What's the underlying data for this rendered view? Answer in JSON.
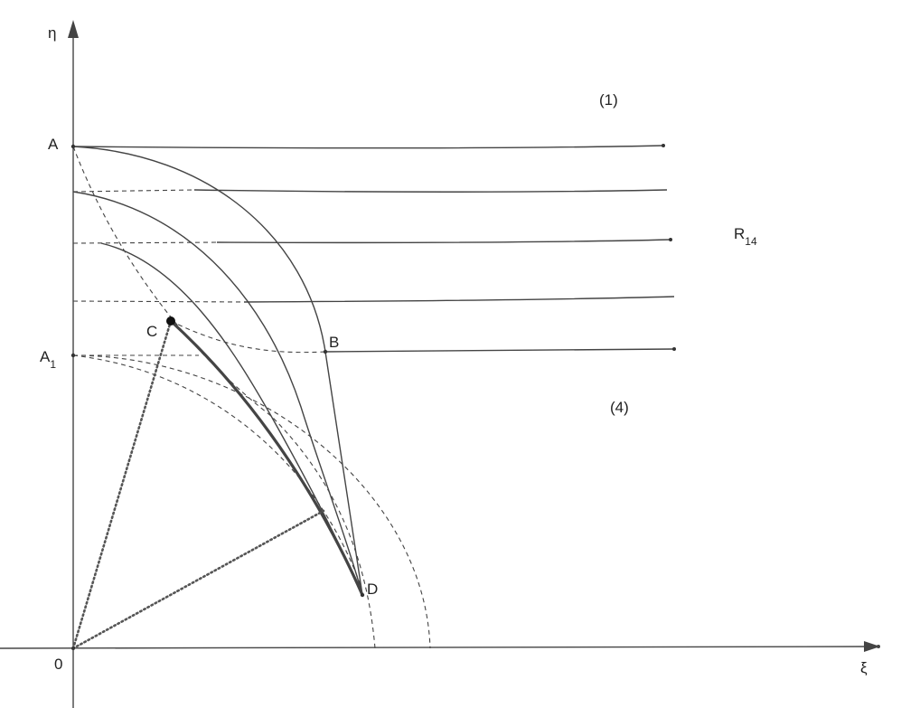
{
  "axes": {
    "x_label": "ξ",
    "y_label": "η",
    "origin_label": "0"
  },
  "points": {
    "A": "A",
    "A1": "A",
    "A1_sub": "1",
    "B": "B",
    "C": "C",
    "D": "D"
  },
  "regions": {
    "region_1": "(1)",
    "region_4": "(4)",
    "R": "R",
    "R_sub": "14"
  }
}
